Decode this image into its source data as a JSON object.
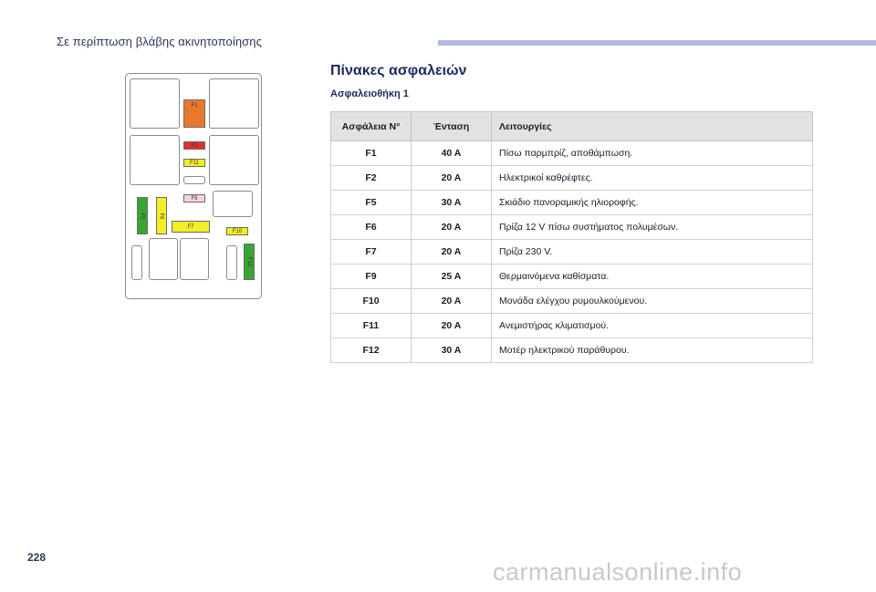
{
  "header": {
    "section_title": "Σε περίπτωση βλάβης ακινητοποίησης"
  },
  "page_number": "228",
  "title": "Πίνακες ασφαλειών",
  "subtitle": "Ασφαλειοθήκη 1",
  "diagram": {
    "fuses": {
      "F1": {
        "label": "F1",
        "color": "#e9782f"
      },
      "F2": {
        "label": "F2",
        "color": "#e02f2f"
      },
      "F11": {
        "label": "F11",
        "color": "#f4ee26"
      },
      "F9": {
        "label": "F9",
        "color": "#f6d5d9"
      },
      "F5": {
        "label": "F5",
        "color": "#3aa632"
      },
      "F6": {
        "label": "F6",
        "color": "#f4ee26"
      },
      "F7": {
        "label": "F7",
        "color": "#f4ee26"
      },
      "F10": {
        "label": "F10",
        "color": "#f4ee26"
      },
      "F12": {
        "label": "F12",
        "color": "#3aa632"
      }
    }
  },
  "table": {
    "headers": [
      "Ασφάλεια N°",
      "Ένταση",
      "Λειτουργίες"
    ],
    "rows": [
      {
        "fuse": "F1",
        "amp": "40 A",
        "function": "Πίσω παρμπρίζ, αποθάμπωση."
      },
      {
        "fuse": "F2",
        "amp": "20 A",
        "function": "Ηλεκτρικοί καθρέφτες."
      },
      {
        "fuse": "F5",
        "amp": "30 A",
        "function": "Σκιάδιο πανοραμικής ηλιοροφής."
      },
      {
        "fuse": "F6",
        "amp": "20 A",
        "function": "Πρίζα 12 V πίσω συστήματος πολυμέσων."
      },
      {
        "fuse": "F7",
        "amp": "20 A",
        "function": "Πρίζα 230 V."
      },
      {
        "fuse": "F9",
        "amp": "25 A",
        "function": "Θερμαινόμενα καθίσματα."
      },
      {
        "fuse": "F10",
        "amp": "20 A",
        "function": "Μονάδα ελέγχου ρυμουλκούμενου."
      },
      {
        "fuse": "F11",
        "amp": "20 A",
        "function": "Ανεμιστήρας κλιματισμού."
      },
      {
        "fuse": "F12",
        "amp": "30 A",
        "function": "Μοτέρ ηλεκτρικού παράθυρου."
      }
    ]
  },
  "watermark": "carmanualsonline.info"
}
